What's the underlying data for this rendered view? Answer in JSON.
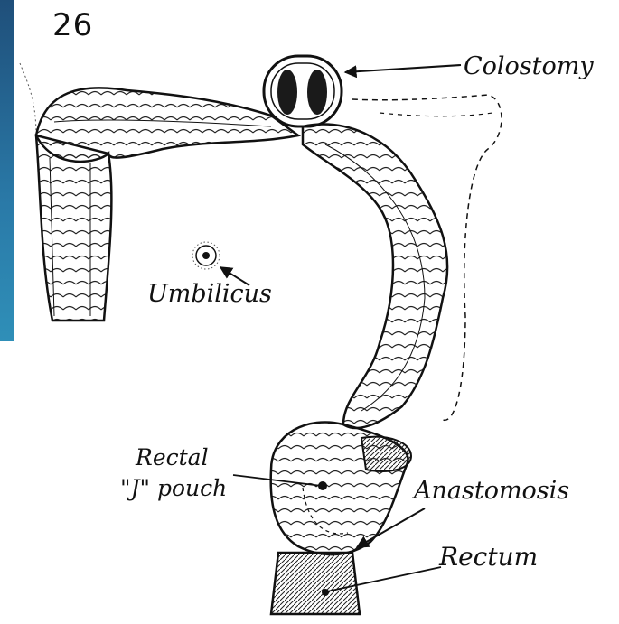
{
  "figure": {
    "number": "26"
  },
  "labels": {
    "colostomy": "Colostomy",
    "umbilicus": "Umbilicus",
    "rectal": "Rectal",
    "j_pouch": "\"J\" pouch",
    "anastomosis": "Anastomosis",
    "rectum": "Rectum"
  },
  "colors": {
    "ink": "#111111",
    "accent_strip": "#2a7aa8"
  }
}
